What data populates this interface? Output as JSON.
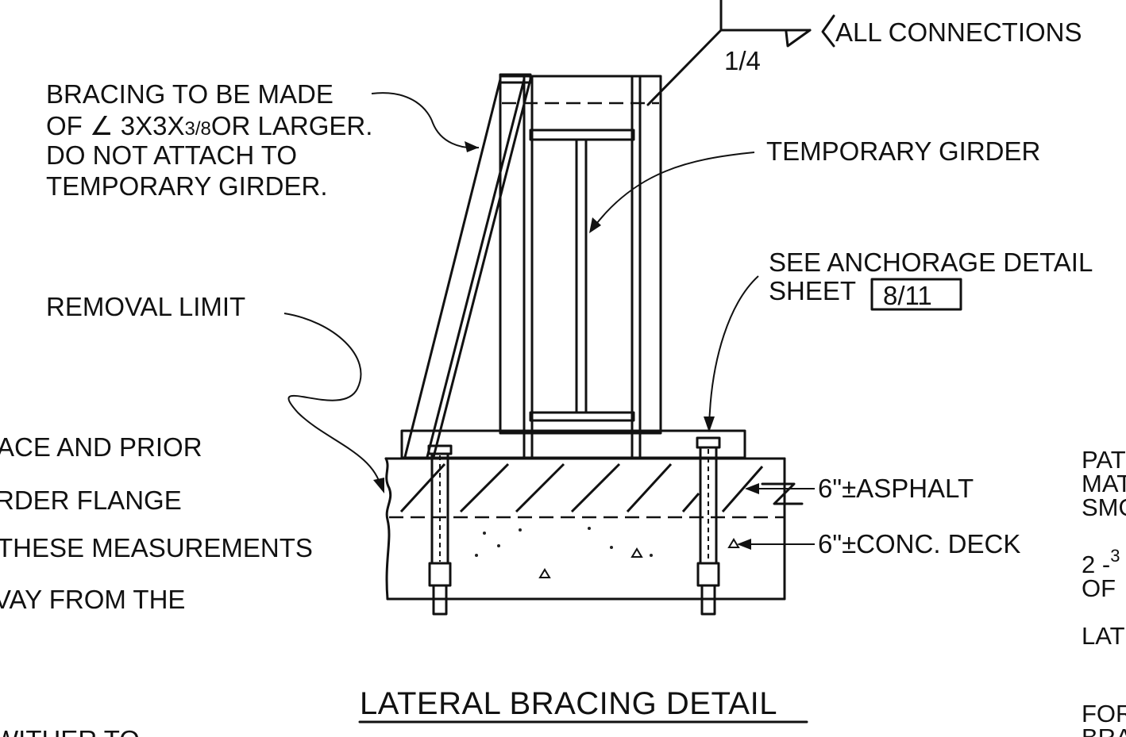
{
  "labels": {
    "weld_size": "1/4",
    "all_connections": "ALL CONNECTIONS",
    "bracing_line1": "BRACING TO BE MADE",
    "bracing_line2": "OF ∠ 3X3X",
    "bracing_frac": "3/8",
    "bracing_line2b": "OR LARGER.",
    "bracing_line3": "DO NOT ATTACH TO",
    "bracing_line4": "TEMPORARY GIRDER.",
    "temporary_girder": "TEMPORARY GIRDER",
    "anchorage_line1": "SEE ANCHORAGE DETAIL",
    "anchorage_line2": "SHEET",
    "anchorage_sheet": "8/11",
    "removal_limit": "REMOVAL LIMIT",
    "asphalt": "6\"±ASPHALT",
    "conc_deck": "6\"±CONC. DECK",
    "title": "LATERAL BRACING DETAIL"
  },
  "cut_left": {
    "line1": "ACE AND PRIOR",
    "line2": "RDER FLANGE",
    "line3": "THESE MEASUREMENTS",
    "line4": "VAY FROM THE",
    "line5": "WITHER TO"
  },
  "cut_right": {
    "line1": "PAT",
    "line2": "MAT",
    "line3": "SMO",
    "line4": "2 -",
    "line4_sup": "3",
    "line5": "OF",
    "line6": "LAT",
    "line7": "FOR",
    "line8": "BRA"
  }
}
